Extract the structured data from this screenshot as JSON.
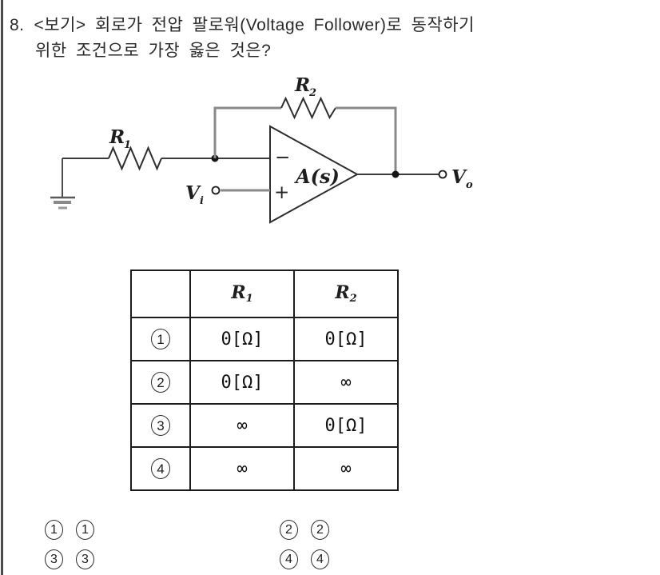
{
  "question": {
    "number": "8.",
    "line1": "<보기> 회로가 전압 팔로워(Voltage Follower)로 동작하기",
    "line2": "위한 조건으로 가장 옳은 것은?"
  },
  "circuit": {
    "r1_label": {
      "base": "R",
      "sub": "1"
    },
    "r2_label": {
      "base": "R",
      "sub": "2"
    },
    "gain_label": "A(s)",
    "minus_sign": "−",
    "plus_sign": "+",
    "vin_label": {
      "base": "V",
      "sub": "i"
    },
    "vout_label": {
      "base": "V",
      "sub": "o"
    }
  },
  "table": {
    "h_r1": {
      "base": "R",
      "sub": "1"
    },
    "h_r2": {
      "base": "R",
      "sub": "2"
    },
    "rows": [
      {
        "num": "1",
        "r1": "0[Ω]",
        "r2": "0[Ω]"
      },
      {
        "num": "2",
        "r1": "0[Ω]",
        "r2": "∞"
      },
      {
        "num": "3",
        "r1": "∞",
        "r2": "0[Ω]"
      },
      {
        "num": "4",
        "r1": "∞",
        "r2": "∞"
      }
    ]
  },
  "options": [
    {
      "marker": "1",
      "choice": "1"
    },
    {
      "marker": "2",
      "choice": "2"
    },
    {
      "marker": "3",
      "choice": "3"
    },
    {
      "marker": "4",
      "choice": "4"
    }
  ],
  "colors": {
    "wire": "#3c3c3c",
    "feedback_wire": "#8a8a8a",
    "text": "#2a2a2a",
    "table_border": "#1c1c1c"
  }
}
